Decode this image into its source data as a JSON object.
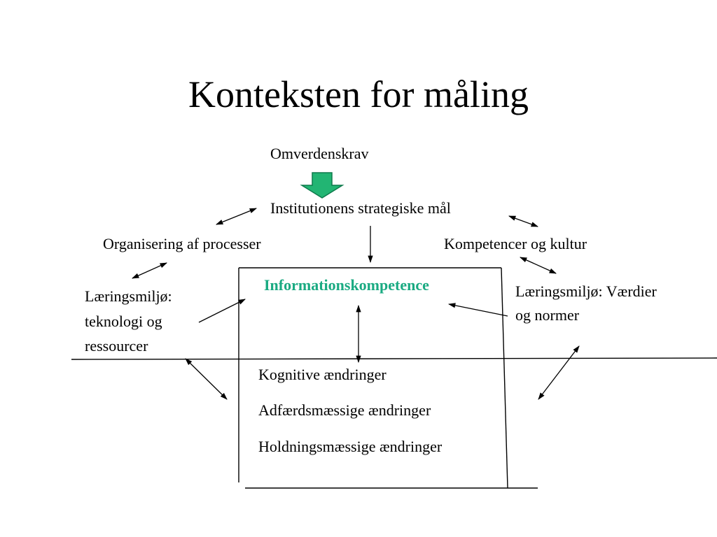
{
  "title": "Konteksten for måling",
  "nodes": {
    "omverdenskrav": "Omverdenskrav",
    "strategiske_maal": "Institutionens strategiske mål",
    "organisering": "Organisering af processer",
    "kompetencer": "Kompetencer og kultur",
    "informationskompetence": "Informationskompetence",
    "laering_teknologi": [
      "Læringsmiljø:",
      "teknologi og",
      "ressourcer"
    ],
    "laering_vaerdier": [
      "Læringsmiljø: Værdier",
      "og normer"
    ],
    "aendringer": [
      "Kognitive ændringer",
      "Adfærdsmæssige ændringer",
      "Holdningsmæssige ændringer"
    ]
  },
  "colors": {
    "accent": "#1aaa82",
    "arrow_fill": "#22b573",
    "arrow_stroke": "#0e7a4c",
    "line": "#000000"
  },
  "icons": {
    "down_arrow": "green-down-arrow-icon"
  }
}
